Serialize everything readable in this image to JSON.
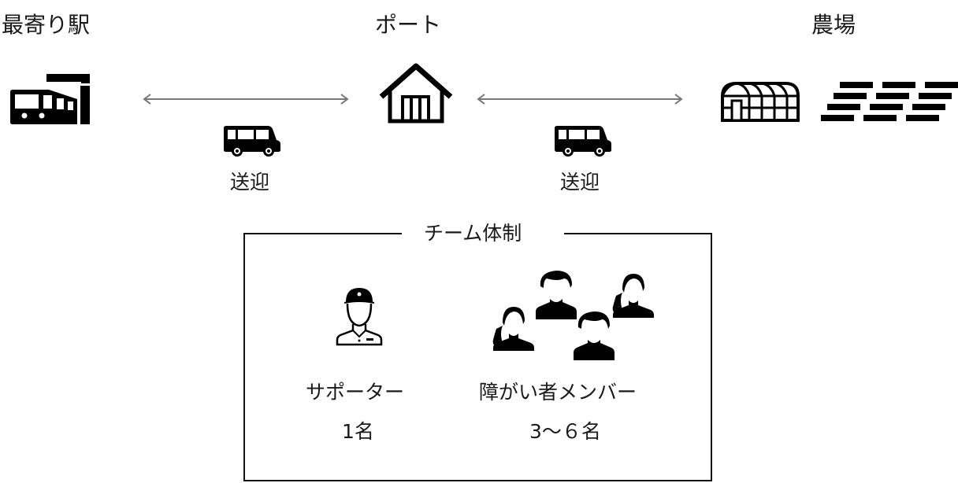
{
  "locations": {
    "station": {
      "label": "最寄り駅",
      "icon": "train-station-icon"
    },
    "port": {
      "label": "ポート",
      "icon": "house-icon"
    },
    "farm": {
      "label": "農場",
      "icon": "greenhouse-icon",
      "field_icon": "field-rows-icon"
    }
  },
  "transfers": [
    {
      "label": "送迎",
      "icon": "van-icon",
      "connector": "double-arrow"
    },
    {
      "label": "送迎",
      "icon": "van-icon",
      "connector": "double-arrow"
    }
  ],
  "team": {
    "title": "チーム体制",
    "roles": [
      {
        "label": "サポーター",
        "count": "1名",
        "icon": "supporter-icon"
      },
      {
        "label": "障がい者メンバー",
        "count": "3～６名",
        "icon": "members-group-icon"
      }
    ]
  },
  "colors": {
    "text": "#1a1a1a",
    "arrow": "#777777",
    "icon": "#000000",
    "border": "#111111"
  }
}
